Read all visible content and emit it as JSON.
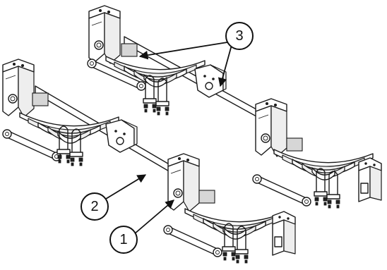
{
  "callouts": [
    {
      "id": "callout-1",
      "label": "1"
    },
    {
      "id": "callout-2",
      "label": "2"
    },
    {
      "id": "callout-3",
      "label": "3"
    }
  ]
}
